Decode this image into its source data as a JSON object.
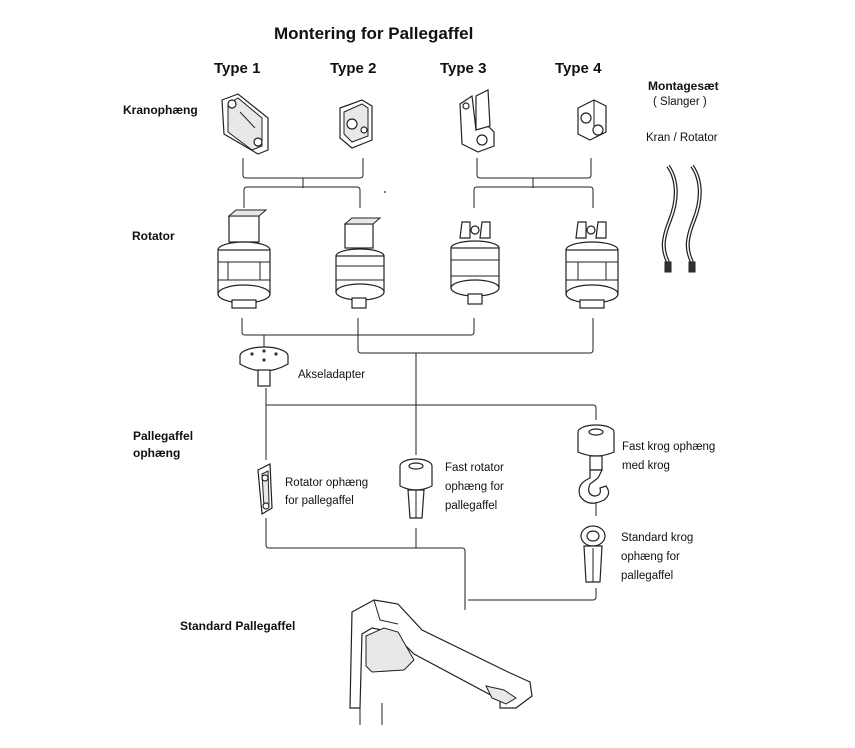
{
  "title": "Montering for Pallegaffel",
  "types": [
    "Type 1",
    "Type 2",
    "Type 3",
    "Type 4"
  ],
  "rows": {
    "kranophaeng": "Kranophæng",
    "rotator": "Rotator",
    "pallegaffel_ophaeng_line1": "Pallegaffel",
    "pallegaffel_ophaeng_line2": "ophæng",
    "standard_pallegaffel": "Standard Pallegaffel"
  },
  "montagesaet": {
    "title": "Montagesæt",
    "subtitle": "( Slanger )",
    "label": "Kran / Rotator"
  },
  "parts": {
    "akseladapter": "Akseladapter",
    "rotator_ophaeng": [
      "Rotator ophæng",
      "for pallegaffel"
    ],
    "fast_rotator_ophaeng": [
      "Fast rotator",
      "ophæng  for",
      "pallegaffel"
    ],
    "fast_krog_ophaeng": [
      "Fast krog ophæng",
      "med krog"
    ],
    "standard_krog_ophaeng": [
      "Standard krog",
      "ophæng for",
      "pallegaffel"
    ]
  }
}
